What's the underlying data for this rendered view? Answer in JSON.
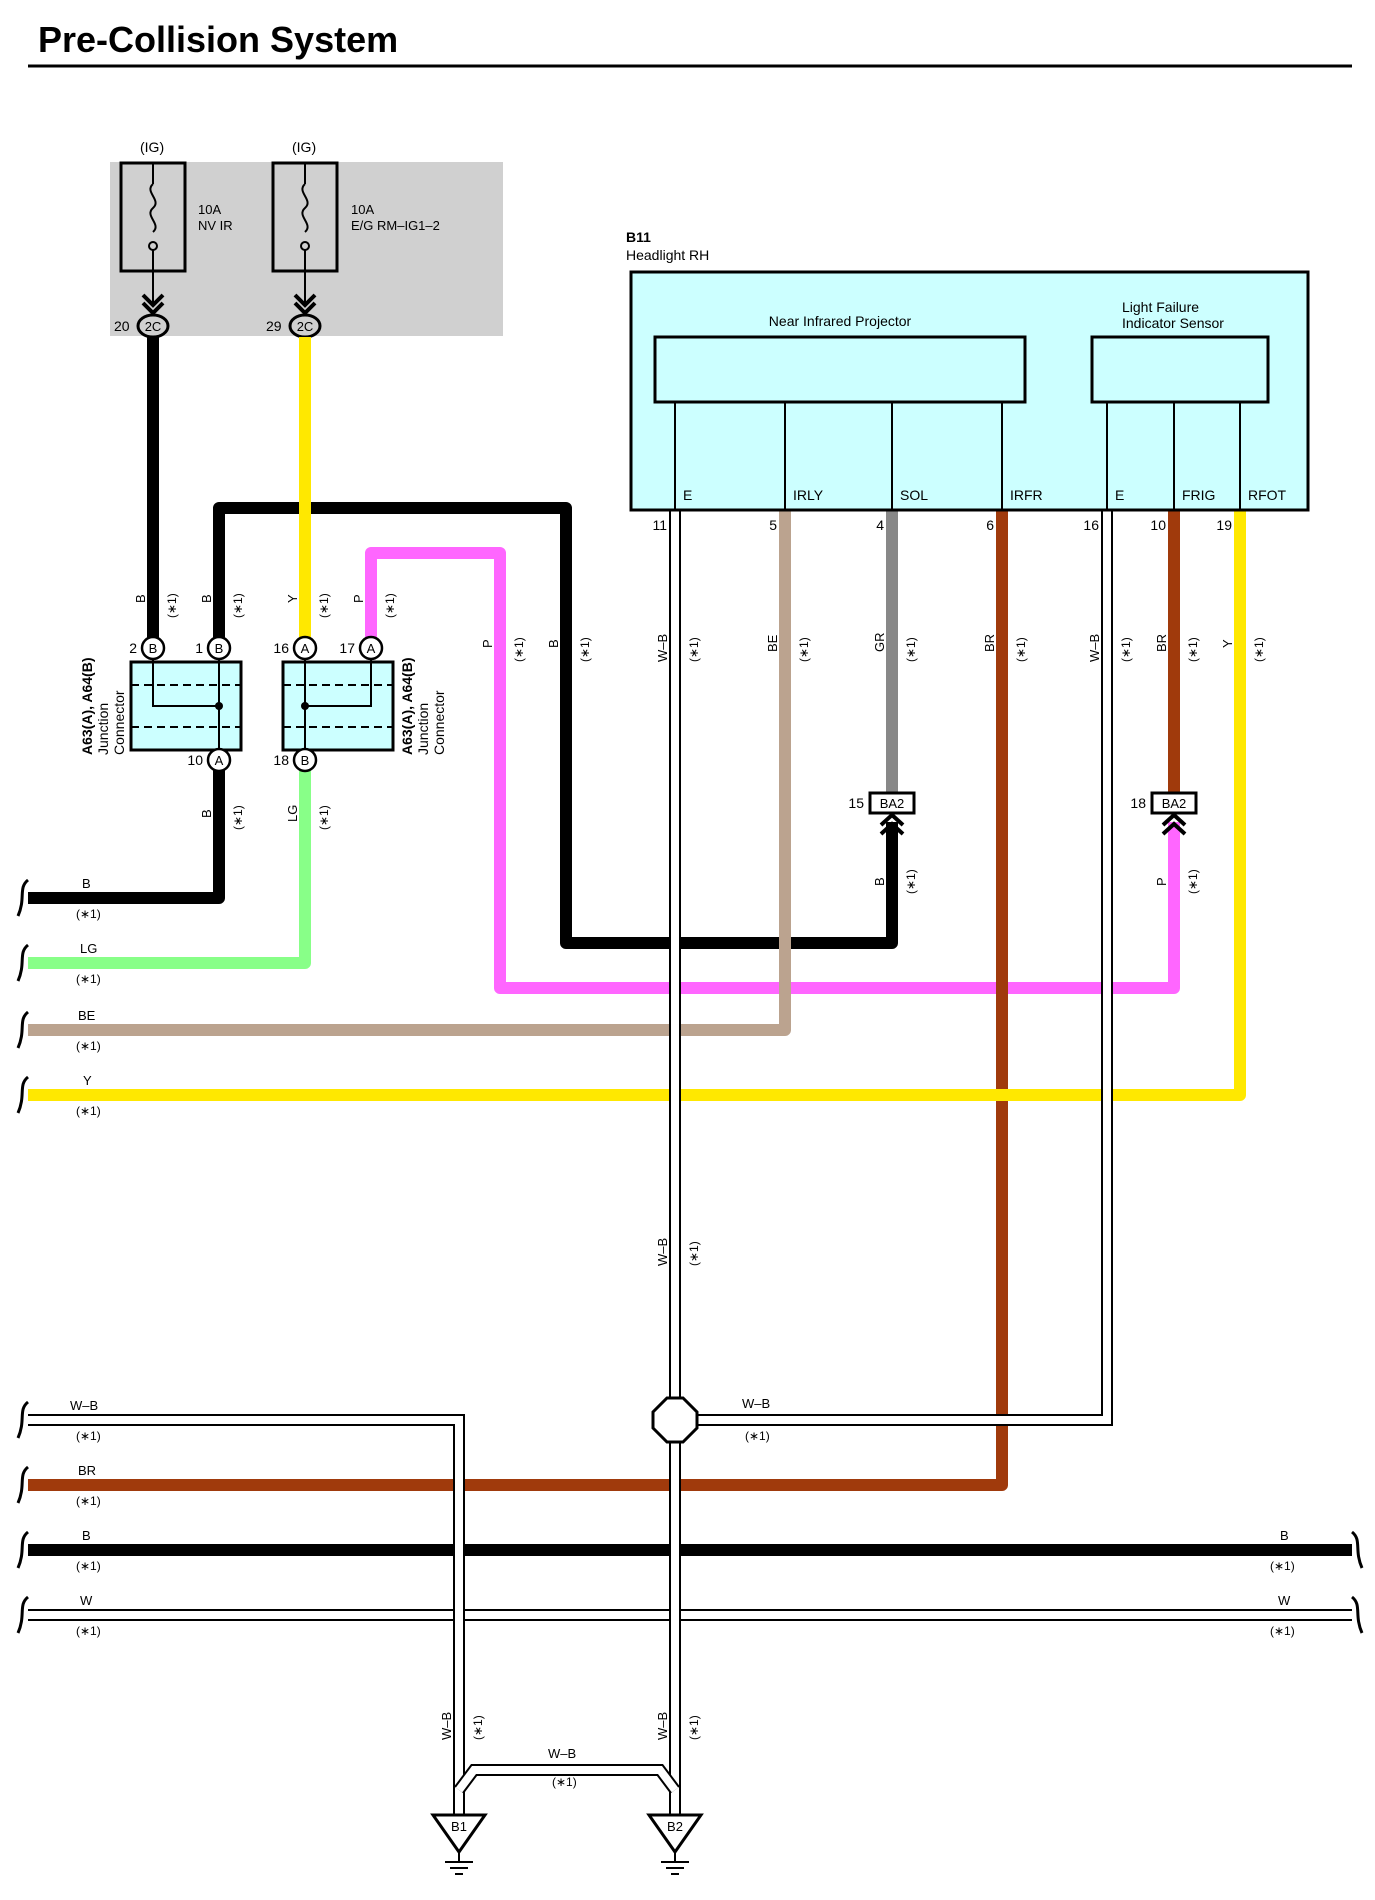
{
  "title": "Pre-Collision System",
  "colors": {
    "black": "#000000",
    "yellow": "#ffe800",
    "pink": "#ff66ff",
    "beige": "#bba38f",
    "gray": "#888888",
    "brown": "#a03a0c",
    "light_green": "#88ff88",
    "fuse_box_bg": "#d0d0d0",
    "component_fill": "#ccffff"
  },
  "fuses": [
    {
      "source": "(IG)",
      "rating": "10A",
      "name": "NV IR",
      "pin": "20",
      "connector": "2C"
    },
    {
      "source": "(IG)",
      "rating": "10A",
      "name": "E/G RM–IG1–2",
      "pin": "29",
      "connector": "2C"
    }
  ],
  "headlight": {
    "code": "B11",
    "name": "Headlight RH",
    "projector_label": "Near Infrared Projector",
    "sensor_label_1": "Light Failure",
    "sensor_label_2": "Indicator Sensor",
    "terminals": [
      {
        "name": "E",
        "pin": "11"
      },
      {
        "name": "IRLY",
        "pin": "5"
      },
      {
        "name": "SOL",
        "pin": "4"
      },
      {
        "name": "IRFR",
        "pin": "6"
      },
      {
        "name": "E",
        "pin": "16"
      },
      {
        "name": "FRIG",
        "pin": "10"
      },
      {
        "name": "RFOT",
        "pin": "19"
      }
    ]
  },
  "junction_connectors": [
    {
      "code": "A63(A), A64(B)",
      "label_1": "Junction",
      "label_2": "Connector",
      "pins_top": [
        {
          "num": "2",
          "side": "B"
        },
        {
          "num": "1",
          "side": "B"
        }
      ],
      "pin_bottom": {
        "num": "10",
        "side": "A"
      }
    },
    {
      "code": "A63(A), A64(B)",
      "label_1": "Junction",
      "label_2": "Connector",
      "pins_top": [
        {
          "num": "16",
          "side": "A"
        },
        {
          "num": "17",
          "side": "A"
        }
      ],
      "pin_bottom": {
        "num": "18",
        "side": "B"
      }
    }
  ],
  "inline_connectors": [
    {
      "pin": "15",
      "code": "BA2"
    },
    {
      "pin": "18",
      "code": "BA2"
    }
  ],
  "wire_tags": {
    "fuse1_to_jc": "B",
    "jc_to_headlight_loop": "B",
    "fuse2_to_jc": "Y",
    "jc_pink_out": "P",
    "pink_down": "P",
    "black_down": "B",
    "e11": "W–B",
    "irly": "BE",
    "sol": "GR",
    "irfr": "BR",
    "e16": "W–B",
    "frig": "BR",
    "rfot": "Y",
    "jc1_out": "B",
    "jc2_out": "LG",
    "ba2_1_below": "B",
    "ba2_2_below": "P",
    "trunk": "W–B",
    "ground1": "W–B",
    "ground2": "W–B",
    "ground_bridge": "W–B",
    "splice_out": "W–B",
    "note": "(∗1)"
  },
  "edge_wires": [
    {
      "label": "B",
      "note": "(∗1)"
    },
    {
      "label": "LG",
      "note": "(∗1)"
    },
    {
      "label": "BE",
      "note": "(∗1)"
    },
    {
      "label": "Y",
      "note": "(∗1)"
    },
    {
      "label": "W–B",
      "note": "(∗1)"
    },
    {
      "label": "BR",
      "note": "(∗1)"
    },
    {
      "label": "B",
      "note": "(∗1)"
    },
    {
      "label": "W",
      "note": "(∗1)"
    }
  ],
  "right_edge_wires": [
    {
      "label": "B",
      "note": "(∗1)"
    },
    {
      "label": "W",
      "note": "(∗1)"
    }
  ],
  "grounds": [
    {
      "code": "B1"
    },
    {
      "code": "B2"
    }
  ]
}
